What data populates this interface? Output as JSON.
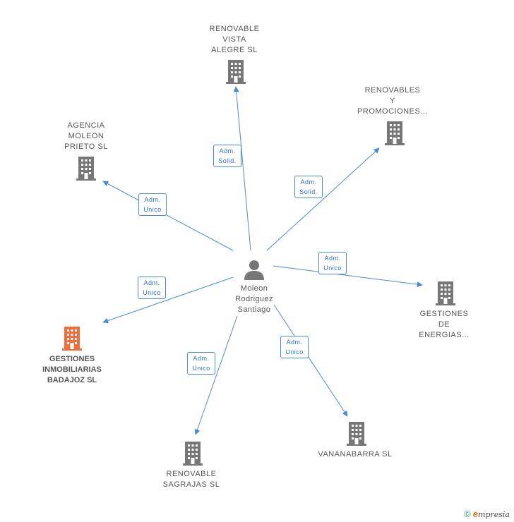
{
  "colors": {
    "edge": "#4a8ad4",
    "building": "#777777",
    "highlight": "#f26c3c",
    "person": "#777777"
  },
  "center": {
    "name": [
      "Moleon",
      "Rodriguez",
      "Santiago"
    ],
    "icon": "person-icon"
  },
  "companies": [
    {
      "id": "renovable-vista-alegre",
      "lines": [
        "RENOVABLE",
        "VISTA",
        "ALEGRE SL"
      ],
      "icon": "building-icon",
      "highlight": false
    },
    {
      "id": "renovables-promociones",
      "lines": [
        "RENOVABLES",
        "Y",
        "PROMOCIONES..."
      ],
      "icon": "building-icon",
      "highlight": false
    },
    {
      "id": "agencia-moleon-prieto",
      "lines": [
        "AGENCIA",
        "MOLEON",
        "PRIETO SL"
      ],
      "icon": "building-icon",
      "highlight": false
    },
    {
      "id": "gestiones-energias",
      "lines": [
        "GESTIONES",
        "DE",
        "ENERGIAS..."
      ],
      "icon": "building-icon",
      "highlight": false
    },
    {
      "id": "gestiones-inmobiliarias-badajoz",
      "lines": [
        "GESTIONES",
        "INMOBILIARIAS",
        "BADAJOZ SL"
      ],
      "icon": "building-icon",
      "highlight": true
    },
    {
      "id": "vananabarra",
      "lines": [
        "VANANABARRA SL"
      ],
      "icon": "building-icon",
      "highlight": false
    },
    {
      "id": "renovable-sagrajas",
      "lines": [
        "RENOVABLE",
        "SAGRAJAS SL"
      ],
      "icon": "building-icon",
      "highlight": false
    }
  ],
  "relations": [
    {
      "to": "renovable-vista-alegre",
      "lines": [
        "Adm.",
        "Solid."
      ]
    },
    {
      "to": "renovables-promociones",
      "lines": [
        "Adm.",
        "Solid."
      ]
    },
    {
      "to": "agencia-moleon-prieto",
      "lines": [
        "Adm.",
        "Unico"
      ]
    },
    {
      "to": "gestiones-energias",
      "lines": [
        "Adm.",
        "Unico"
      ]
    },
    {
      "to": "gestiones-inmobiliarias-badajoz",
      "lines": [
        "Adm.",
        "Unico"
      ]
    },
    {
      "to": "vananabarra",
      "lines": [
        "Adm.",
        "Unico"
      ]
    },
    {
      "to": "renovable-sagrajas",
      "lines": [
        "Adm.",
        "Unico"
      ]
    }
  ],
  "footer": {
    "copyright": "©",
    "brand_initial": "e",
    "brand_rest": "mpresia"
  }
}
